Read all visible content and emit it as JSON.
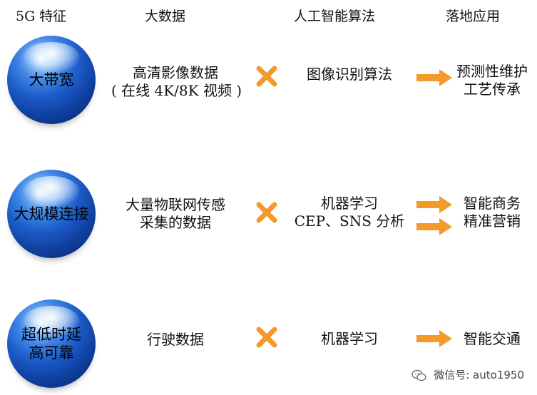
{
  "headers": {
    "col1": "5G 特征",
    "col2": "大数据",
    "col3": "人工智能算法",
    "col4": "落地应用"
  },
  "rows": [
    {
      "feature": "大带宽",
      "data_lines": [
        "高清影像数据",
        "( 在线 4K/8K 视频 )"
      ],
      "algorithm_lines": [
        "图像识别算法"
      ],
      "application_lines": [
        "预测性维护",
        "工艺传承"
      ]
    },
    {
      "feature": "大规模连接",
      "data_lines": [
        "大量物联网传感",
        "采集的数据"
      ],
      "algorithm_lines": [
        "机器学习",
        "CEP、SNS 分析"
      ],
      "application_lines": [
        "智能商务",
        "精准营销"
      ]
    },
    {
      "feature": "超低时延\n高可靠",
      "data_lines": [
        "行驶数据"
      ],
      "algorithm_lines": [
        "机器学习"
      ],
      "application_lines": [
        "智能交通"
      ]
    }
  ],
  "watermark": "微信号: auto1950",
  "colors": {
    "sphere": "#1d5cc9",
    "symbol": "#f39a2b"
  },
  "icons": {
    "operator": "multiply-cross-icon",
    "flow": "right-arrow-icon",
    "watermark": "wechat-icon"
  }
}
